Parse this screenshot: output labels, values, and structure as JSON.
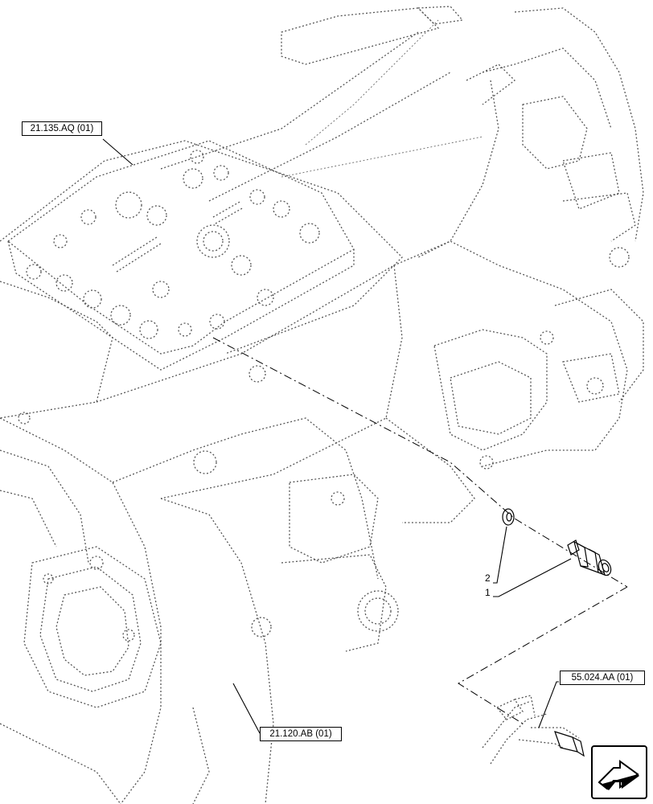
{
  "callouts": {
    "ref_top": "21.135.AQ (01)",
    "ref_bottom": "21.120.AB (01)",
    "ref_connector": "55.024.AA (01)"
  },
  "items": [
    {
      "number": "2"
    },
    {
      "number": "1"
    }
  ],
  "nav": {
    "icon": "next-page-arrow-icon"
  }
}
